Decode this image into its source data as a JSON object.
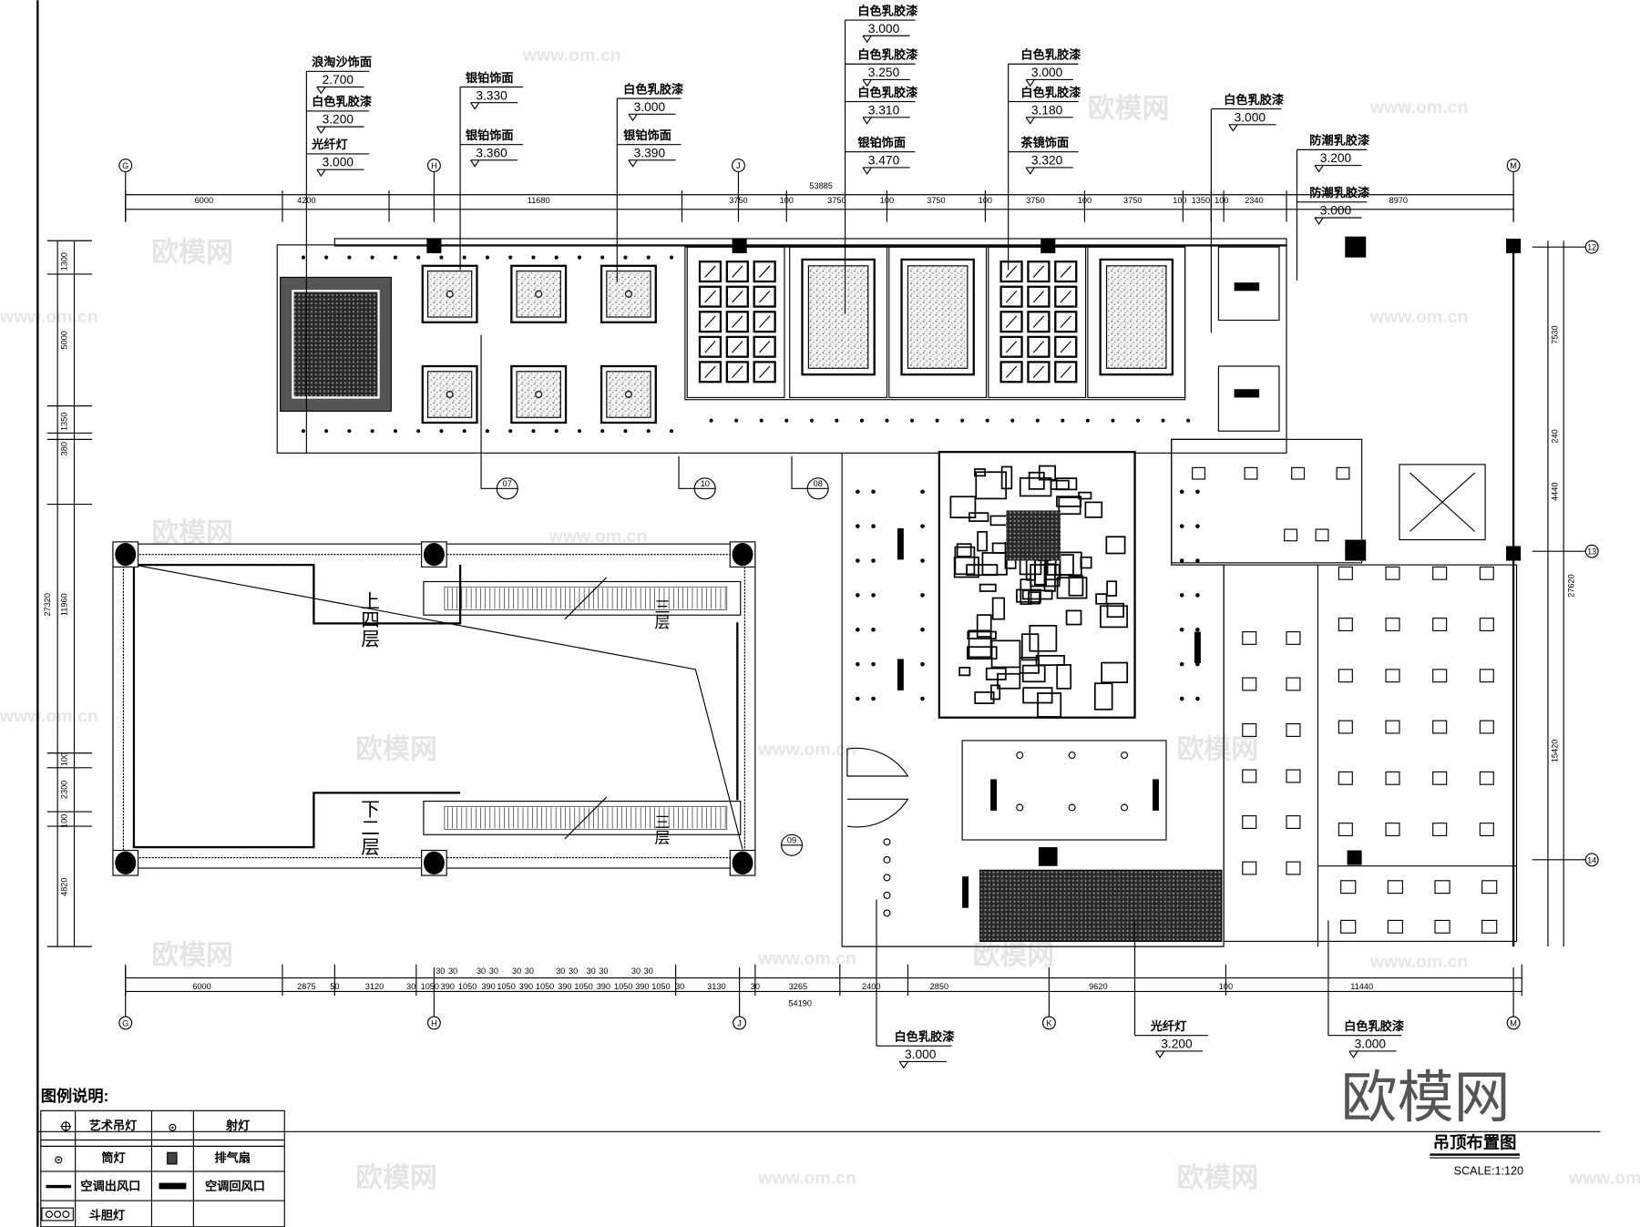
{
  "drawing": {
    "title": "吊顶布置图",
    "scale": "SCALE:1:120",
    "logo": "欧模网",
    "watermark_text": "欧模网",
    "watermark_url": "www.om.cn"
  },
  "top_callouts": [
    {
      "items": [
        {
          "material": "浪淘沙饰面",
          "elevation": "2.700"
        },
        {
          "material": "白色乳胶漆",
          "elevation": "3.200"
        },
        {
          "material": "光纤灯",
          "elevation": "3.000"
        }
      ]
    },
    {
      "items": [
        {
          "material": "银铂饰面",
          "elevation": "3.330"
        },
        {
          "material": "银铂饰面",
          "elevation": "3.360"
        }
      ]
    },
    {
      "items": [
        {
          "material": "白色乳胶漆",
          "elevation": "3.000"
        },
        {
          "material": "银铂饰面",
          "elevation": "3.390"
        }
      ]
    },
    {
      "items": [
        {
          "material": "白色乳胶漆",
          "elevation": "3.000"
        },
        {
          "material": "白色乳胶漆",
          "elevation": "3.250"
        },
        {
          "material": "白色乳胶漆",
          "elevation": "3.310"
        },
        {
          "material": "银铂饰面",
          "elevation": "3.470"
        }
      ]
    },
    {
      "items": [
        {
          "material": "白色乳胶漆",
          "elevation": "3.000"
        },
        {
          "material": "白色乳胶漆",
          "elevation": "3.180"
        },
        {
          "material": "茶镜饰面",
          "elevation": "3.320"
        }
      ]
    },
    {
      "items": [
        {
          "material": "白色乳胶漆",
          "elevation": "3.000"
        }
      ]
    },
    {
      "items": [
        {
          "material": "防潮乳胶漆",
          "elevation": "3.200"
        },
        {
          "material": "防潮乳胶漆",
          "elevation": "3.000"
        }
      ]
    }
  ],
  "bottom_callouts": [
    {
      "material": "白色乳胶漆",
      "elevation": "3.000"
    },
    {
      "material": "光纤灯",
      "elevation": "3.200"
    },
    {
      "material": "白色乳胶漆",
      "elevation": "3.000"
    }
  ],
  "dimensions": {
    "top_total": "53885",
    "top": [
      "6000",
      "4200",
      "11680",
      "3750",
      "100",
      "3750",
      "100",
      "3750",
      "100",
      "3750",
      "100",
      "3750",
      "100",
      "1350",
      "100",
      "2340",
      "8970"
    ],
    "bottom_total": "54190",
    "bottom": [
      "6000",
      "2875",
      "50",
      "3120",
      "30",
      "1050",
      "390",
      "1050",
      "390",
      "1050",
      "390",
      "1050",
      "390",
      "1050",
      "390",
      "1050",
      "390",
      "1050",
      "30",
      "3130",
      "30",
      "3265",
      "2400",
      "2850",
      "9620",
      "100",
      "11440"
    ],
    "bottom_small": [
      "30",
      "30",
      "30",
      "30",
      "30",
      "30",
      "30",
      "30",
      "30",
      "30",
      "30",
      "30"
    ],
    "left_total": "27320",
    "left": [
      "1300",
      "5000",
      "1350",
      "380",
      "11960",
      "100",
      "2300",
      "100",
      "4820"
    ],
    "right_total": "27620",
    "right": [
      "7530",
      "240",
      "4440",
      "15420"
    ]
  },
  "grid_axes": {
    "top": [
      "G",
      "H",
      "J",
      "M"
    ],
    "bottom": [
      "G",
      "H",
      "J",
      "K",
      "M"
    ],
    "right": [
      "12",
      "13",
      "14"
    ]
  },
  "section_markers": [
    "07",
    "10",
    "08",
    "09"
  ],
  "escalator": {
    "upper_label": "上四层",
    "lower_label": "下二层",
    "upper_mid_label": "三层",
    "lower_mid_label": "三层"
  },
  "legend": {
    "title": "图例说明:",
    "items": [
      {
        "icon": "art-chandelier-icon",
        "label": "艺术吊灯"
      },
      {
        "icon": "spotlight-icon",
        "label": "射灯"
      },
      {
        "icon": "downlight-icon",
        "label": "筒灯"
      },
      {
        "icon": "exhaust-fan-icon",
        "label": "排气扇"
      },
      {
        "icon": "ac-supply-vent-icon",
        "label": "空调出风口"
      },
      {
        "icon": "ac-return-vent-icon",
        "label": "空调回风口"
      },
      {
        "icon": "grille-light-icon",
        "label": "斗胆灯"
      }
    ]
  }
}
